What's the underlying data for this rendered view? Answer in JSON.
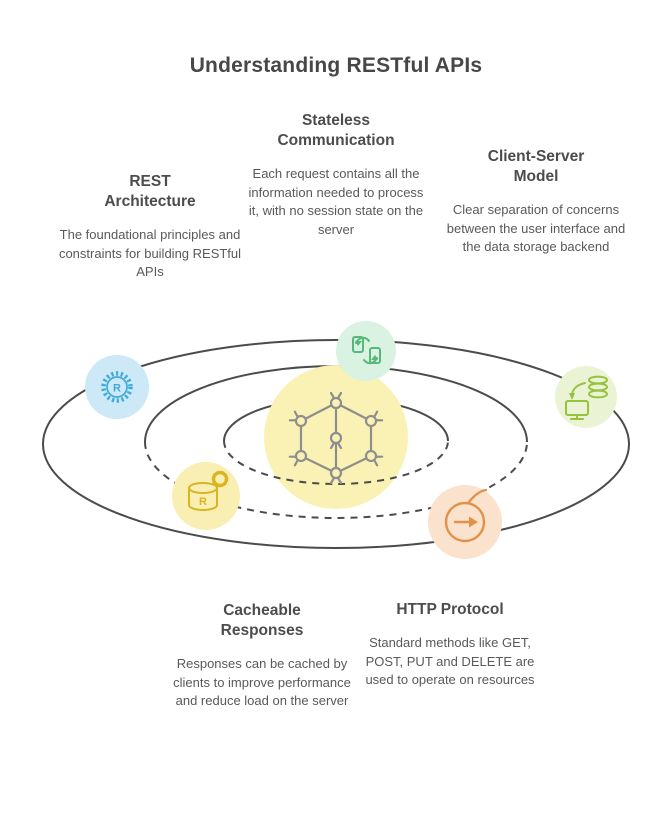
{
  "title": "Understanding RESTful APIs",
  "sections": {
    "rest_architecture": {
      "heading": "REST\nArchitecture",
      "body": "The foundational principles and constraints for building RESTful APIs"
    },
    "stateless_communication": {
      "heading": "Stateless\nCommunication",
      "body": "Each request contains all the information needed to process it, with no session state on the server"
    },
    "client_server_model": {
      "heading": "Client-Server\nModel",
      "body": "Clear separation of concerns between the user interface and the data storage backend"
    },
    "cacheable_responses": {
      "heading": "Cacheable\nResponses",
      "body": "Responses can be cached by clients to improve performance and reduce load on the server"
    },
    "http_protocol": {
      "heading": "HTTP Protocol",
      "body": "Standard methods like GET, POST, PUT and DELETE are used to operate on resources"
    }
  },
  "diagram": {
    "orbit_color": "#4b4b4b",
    "center_bg": "#faf2b4",
    "molecule_color": "#8e8e8e",
    "center_icon": "network-graph-icon",
    "satellites": [
      {
        "icon": "rust-gear-r-icon",
        "letter": "R",
        "bg": "#cde9f7",
        "fg": "#3fa9dc"
      },
      {
        "icon": "device-sync-icon",
        "letter": "",
        "bg": "#d9f2e1",
        "fg": "#57b87b"
      },
      {
        "icon": "database-transfer-icon",
        "letter": "",
        "bg": "#eaf4d4",
        "fg": "#96c23d"
      },
      {
        "icon": "r-database-gear-icon",
        "letter": "R",
        "bg": "#f9efb2",
        "fg": "#d7b523"
      },
      {
        "icon": "circular-arrow-icon",
        "letter": "",
        "bg": "#fae2cc",
        "fg": "#e2914a"
      }
    ]
  }
}
